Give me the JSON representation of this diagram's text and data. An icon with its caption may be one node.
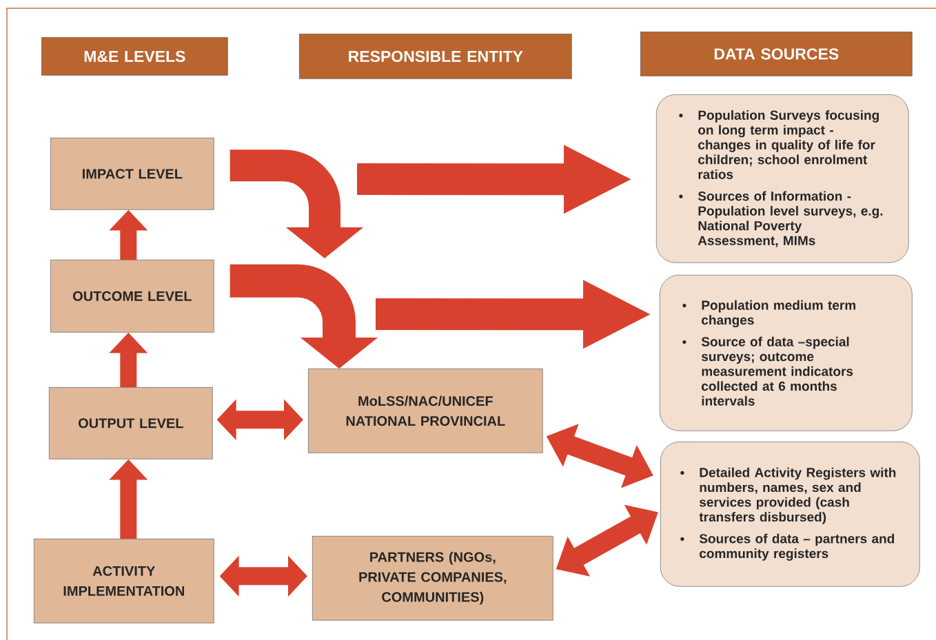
{
  "diagram": {
    "nodes": [
      {
        "text": [
          "M&E LEVELS"
        ]
      },
      {
        "text": [
          "RESPONSIBLE ENTITY"
        ]
      },
      {
        "text": [
          "DATA SOURCES"
        ]
      },
      {
        "text": [
          "IMPACT LEVEL"
        ]
      },
      {
        "text": [
          "OUTCOME LEVEL"
        ]
      },
      {
        "text": [
          "OUTPUT LEVEL"
        ]
      },
      {
        "text": [
          "ACTIVITY IMPLEMENTATION"
        ]
      },
      {
        "text": [
          "MoLSS/NAC/UNICEF NATIONAL PROVINCIAL"
        ]
      },
      {
        "text": [
          "PARTNERS (NGOs, PRIVATE COMPANIES, COMMUNITIES)"
        ]
      },
      {
        "text": [
          "Population Surveys focusing on long term impact - changes in quality of life for children; school enrolment ratios",
          "Sources of Information - Population level surveys, e.g. National Poverty Assessment, MIMs"
        ]
      },
      {
        "text": [
          "Population medium term changes",
          "Source of data –special surveys; outcome measurement indicators collected at 6 months intervals"
        ]
      },
      {
        "text": [
          "Detailed Activity Registers with numbers, names, sex and services provided (cash transfers disbursed)",
          "Sources of data – partners and community registers"
        ]
      }
    ],
    "edges": [
      {
        "from": 6,
        "to": 5,
        "arrow": "to"
      },
      {
        "from": 5,
        "to": 4,
        "arrow": "to"
      },
      {
        "from": 4,
        "to": 3,
        "arrow": "to"
      },
      {
        "from": 3,
        "to": null,
        "arrow": "to"
      },
      {
        "from": 4,
        "to": 7,
        "arrow": "to"
      },
      {
        "from": null,
        "to": 9,
        "arrow": "to"
      },
      {
        "from": null,
        "to": 10,
        "arrow": "to"
      },
      {
        "from": 5,
        "to": 7,
        "arrow": "both"
      },
      {
        "from": 6,
        "to": 8,
        "arrow": "both"
      },
      {
        "from": 7,
        "to": 11,
        "arrow": "both"
      },
      {
        "from": 8,
        "to": 11,
        "arrow": "both"
      }
    ]
  }
}
